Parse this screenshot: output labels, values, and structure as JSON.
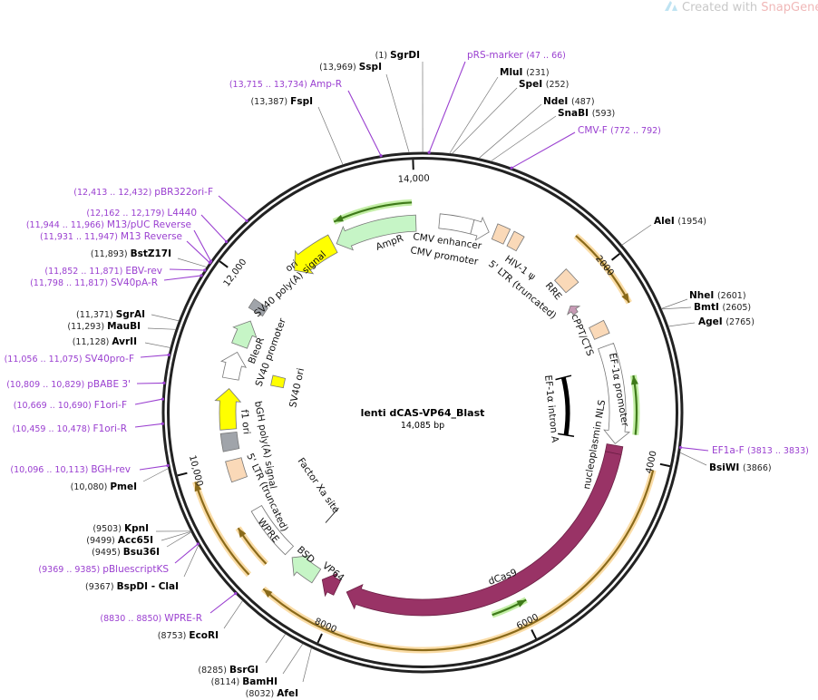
{
  "watermark": {
    "prefix": "Created with ",
    "brand": "SnapGene",
    "reg": "®"
  },
  "plasmid": {
    "name": "lenti dCAS-VP64_Blast",
    "length_label": "14,085 bp",
    "length_bp": 14085
  },
  "ring": {
    "ticks": [
      {
        "bp": 2000,
        "label": "2000"
      },
      {
        "bp": 4000,
        "label": "4000"
      },
      {
        "bp": 6000,
        "label": "6000"
      },
      {
        "bp": 8000,
        "label": "8000"
      },
      {
        "bp": 10000,
        "label": "10,000"
      },
      {
        "bp": 12000,
        "label": "12,000"
      },
      {
        "bp": 14000,
        "label": "14,000"
      }
    ]
  },
  "sites": [
    {
      "name": "SgrDI",
      "pos": "(1)",
      "bp": 1,
      "type": "enzyme"
    },
    {
      "name": "SspI",
      "pos": "(13,969)",
      "bp": 13969,
      "type": "enzyme"
    },
    {
      "name": "Amp-R",
      "pos": "(13,715 .. 13,734)",
      "bp": 13725,
      "type": "primer"
    },
    {
      "name": "FspI",
      "pos": "(13,387)",
      "bp": 13387,
      "type": "enzyme"
    },
    {
      "name": "pRS-marker",
      "pos": "(47 .. 66)",
      "bp": 56,
      "type": "primer"
    },
    {
      "name": "MluI",
      "pos": "(231)",
      "bp": 231,
      "type": "enzyme"
    },
    {
      "name": "SpeI",
      "pos": "(252)",
      "bp": 252,
      "type": "enzyme"
    },
    {
      "name": "NdeI",
      "pos": "(487)",
      "bp": 487,
      "type": "enzyme"
    },
    {
      "name": "SnaBI",
      "pos": "(593)",
      "bp": 593,
      "type": "enzyme"
    },
    {
      "name": "CMV-F",
      "pos": "(772 .. 792)",
      "bp": 782,
      "type": "primer"
    },
    {
      "name": "AleI",
      "pos": "(1954)",
      "bp": 1954,
      "type": "enzyme"
    },
    {
      "name": "NheI",
      "pos": "(2601)",
      "bp": 2601,
      "type": "enzyme"
    },
    {
      "name": "BmtI",
      "pos": "(2605)",
      "bp": 2605,
      "type": "enzyme"
    },
    {
      "name": "AgeI",
      "pos": "(2765)",
      "bp": 2765,
      "type": "enzyme"
    },
    {
      "name": "EF1a-F",
      "pos": "(3813 .. 3833)",
      "bp": 3823,
      "type": "primer"
    },
    {
      "name": "BsiWI",
      "pos": "(3866)",
      "bp": 3866,
      "type": "enzyme"
    },
    {
      "name": "pBR322ori-F",
      "pos": "(12,413 .. 12,432)",
      "bp": 12422,
      "type": "primer"
    },
    {
      "name": "L4440",
      "pos": "(12,162 .. 12,179)",
      "bp": 12170,
      "type": "primer"
    },
    {
      "name": "M13/pUC Reverse",
      "pos": "(11,944 .. 11,966)",
      "bp": 11955,
      "type": "primer"
    },
    {
      "name": "M13 Reverse",
      "pos": "(11,931 .. 11,947)",
      "bp": 11939,
      "type": "primer"
    },
    {
      "name": "BstZ17I",
      "pos": "(11,893)",
      "bp": 11893,
      "type": "enzyme"
    },
    {
      "name": "EBV-rev",
      "pos": "(11,852 .. 11,871)",
      "bp": 11861,
      "type": "primer"
    },
    {
      "name": "SV40pA-R",
      "pos": "(11,798 .. 11,817)",
      "bp": 11807,
      "type": "primer"
    },
    {
      "name": "SgrAI",
      "pos": "(11,371)",
      "bp": 11371,
      "type": "enzyme"
    },
    {
      "name": "MauBI",
      "pos": "(11,293)",
      "bp": 11293,
      "type": "enzyme"
    },
    {
      "name": "AvrII",
      "pos": "(11,128)",
      "bp": 11128,
      "type": "enzyme"
    },
    {
      "name": "SV40pro-F",
      "pos": "(11,056 .. 11,075)",
      "bp": 11065,
      "type": "primer"
    },
    {
      "name": "pBABE 3'",
      "pos": "(10,809 .. 10,829)",
      "bp": 10819,
      "type": "primer"
    },
    {
      "name": "F1ori-F",
      "pos": "(10,669 .. 10,690)",
      "bp": 10680,
      "type": "primer"
    },
    {
      "name": "F1ori-R",
      "pos": "(10,459 .. 10,478)",
      "bp": 10468,
      "type": "primer"
    },
    {
      "name": "BGH-rev",
      "pos": "(10,096 .. 10,113)",
      "bp": 10104,
      "type": "primer"
    },
    {
      "name": "PmeI",
      "pos": "(10,080)",
      "bp": 10080,
      "type": "enzyme"
    },
    {
      "name": "KpnI",
      "pos": "(9503)",
      "bp": 9503,
      "type": "enzyme"
    },
    {
      "name": "Acc65I",
      "pos": "(9499)",
      "bp": 9499,
      "type": "enzyme"
    },
    {
      "name": "Bsu36I",
      "pos": "(9495)",
      "bp": 9495,
      "type": "enzyme"
    },
    {
      "name": "pBluescriptKS",
      "pos": "(9369 .. 9385)",
      "bp": 9377,
      "type": "primer"
    },
    {
      "name": "BspDI  - ClaI",
      "pos": "(9367)",
      "bp": 9367,
      "type": "enzyme"
    },
    {
      "name": "WPRE-R",
      "pos": "(8830 .. 8850)",
      "bp": 8840,
      "type": "primer"
    },
    {
      "name": "EcoRI",
      "pos": "(8753)",
      "bp": 8753,
      "type": "enzyme"
    },
    {
      "name": "BsrGI",
      "pos": "(8285)",
      "bp": 8285,
      "type": "enzyme"
    },
    {
      "name": "BamHI",
      "pos": "(8114)",
      "bp": 8114,
      "type": "enzyme"
    },
    {
      "name": "AfeI",
      "pos": "(8032)",
      "bp": 8032,
      "type": "enzyme"
    }
  ],
  "features": [
    {
      "label": "AmpR",
      "start": 13029,
      "end": 14007,
      "dir": "rev",
      "color": "#c6f5c6"
    },
    {
      "label": "CMV enhancer",
      "start": 196,
      "end": 587,
      "dir": "none",
      "color": "#ffffff"
    },
    {
      "label": "CMV promoter",
      "start": 587,
      "end": 790,
      "dir": "fwd",
      "color": "#ffffff"
    },
    {
      "label": "5' LTR (truncated)",
      "start": 850,
      "end": 1000,
      "dir": "none",
      "color": "#fad9b8"
    },
    {
      "label": "HIV-1 ψ",
      "start": 1050,
      "end": 1175,
      "dir": "none",
      "color": "#fad9b8"
    },
    {
      "label": "RRE",
      "start": 1760,
      "end": 1960,
      "dir": "none",
      "color": "#fad9b8"
    },
    {
      "label": "",
      "start": 2120,
      "end": 2230,
      "dir": "rev",
      "color": "#c79ab5"
    },
    {
      "label": "cPPT/CTS",
      "start": 2465,
      "end": 2620,
      "dir": "none",
      "color": "#fad9b8"
    },
    {
      "label": "EF-1α promoter",
      "start": 2740,
      "end": 3880,
      "dir": "fwd",
      "color": "#ffffff"
    },
    {
      "label": "nucleoplasmin NLS",
      "start": 3900,
      "end": 3990,
      "dir": "none",
      "color": "#993366"
    },
    {
      "label": "dCas9",
      "start": 3990,
      "end": 7940,
      "dir": "fwd",
      "color": "#993366"
    },
    {
      "label": "VP64",
      "start": 8060,
      "end": 8255,
      "dir": "fwd",
      "color": "#993366"
    },
    {
      "label": "BSD",
      "start": 8335,
      "end": 8686,
      "dir": "fwd",
      "color": "#c6f5c6"
    },
    {
      "label": "WPRE",
      "start": 8765,
      "end": 9390,
      "dir": "none",
      "color": "#ffffff"
    },
    {
      "label": "5' LTR (truncated)",
      "start": 9780,
      "end": 10017,
      "dir": "none",
      "color": "#fad9b8"
    },
    {
      "label": "bGH poly(A) signal",
      "start": 10130,
      "end": 10330,
      "dir": "none",
      "color": "#a0a4aa"
    },
    {
      "label": "f1 ori",
      "start": 10370,
      "end": 10840,
      "dir": "fwd",
      "color": "#ffff00"
    },
    {
      "label": "SV40 promoter",
      "start": 10955,
      "end": 11270,
      "dir": "fwd",
      "color": "#ffffff"
    },
    {
      "label": "BleoR",
      "start": 11350,
      "end": 11660,
      "dir": "fwd",
      "color": "#c6f5c6"
    },
    {
      "label": "SV40 poly(A) signal",
      "start": 11780,
      "end": 11895,
      "dir": "none",
      "color": "#a0a4aa"
    },
    {
      "label": "ori",
      "start": 12440,
      "end": 12990,
      "dir": "rev",
      "color": "#ffff00"
    },
    {
      "label": "SV40 ori",
      "start": 10960,
      "end": 11110,
      "dir": "none",
      "color": "#ffff00"
    },
    {
      "label": "EF-1α intron A",
      "start": 2975,
      "end": 3870,
      "dir": "none",
      "color": "#000000"
    },
    {
      "label": "Factor Xa site",
      "start": 8660,
      "end": 8672,
      "dir": "none",
      "color": "#000000"
    }
  ],
  "mapped_arcs": [
    {
      "start": 1600,
      "end": 2425,
      "dir": "fwd",
      "color": "#8a6a1a",
      "halo": "#f6c46a"
    },
    {
      "start": 4070,
      "end": 8690,
      "dir": "fwd",
      "color": "#8a6a1a",
      "halo": "#f6c46a"
    },
    {
      "start": 8880,
      "end": 9900,
      "dir": "fwd",
      "color": "#8a6a1a",
      "halo": "#f6c46a"
    },
    {
      "start": 8840,
      "end": 9310,
      "dir": "fwd",
      "color": "#8a6a1a",
      "halo": "#f6c46a"
    },
    {
      "start": 13110,
      "end": 13970,
      "dir": "rev",
      "color": "#3f7a1a",
      "halo": "#9be36a"
    },
    {
      "start": 3130,
      "end": 3755,
      "dir": "rev",
      "color": "#3f7a1a",
      "halo": "#9be36a"
    },
    {
      "start": 5910,
      "end": 6300,
      "dir": "rev",
      "color": "#3f7a1a",
      "halo": "#9be36a"
    }
  ]
}
